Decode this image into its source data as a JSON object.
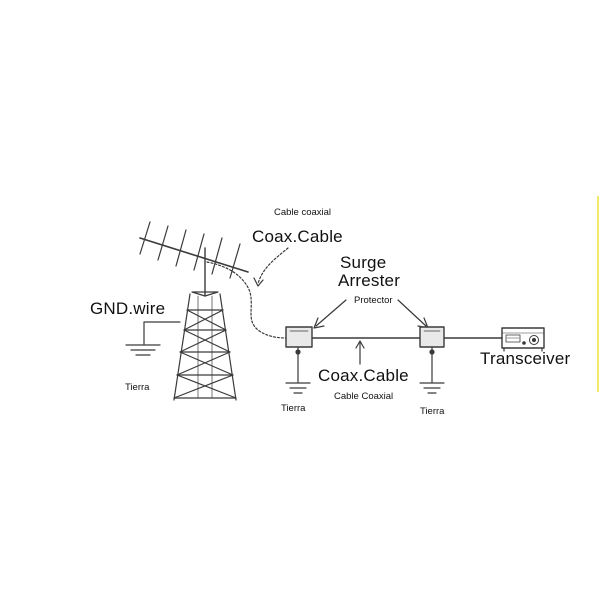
{
  "labels": {
    "cable_coaxial_top": "Cable coaxial",
    "coax_cable_top": "Coax.Cable",
    "surge_line1": "Surge",
    "surge_line2": "Arrester",
    "protector": "Protector",
    "gnd_wire": "GND.wire",
    "tierra_tower": "Tierra",
    "tierra_left": "Tierra",
    "tierra_right": "Tierra",
    "coax_cable_bottom": "Coax.Cable",
    "cable_coaxial_bottom": "Cable Coaxial",
    "transceiver": "Transceiver"
  },
  "colors": {
    "line": "#3a3a3a",
    "arrester_fill": "#e9e9e9",
    "edge_mark": "#f3e96a"
  }
}
